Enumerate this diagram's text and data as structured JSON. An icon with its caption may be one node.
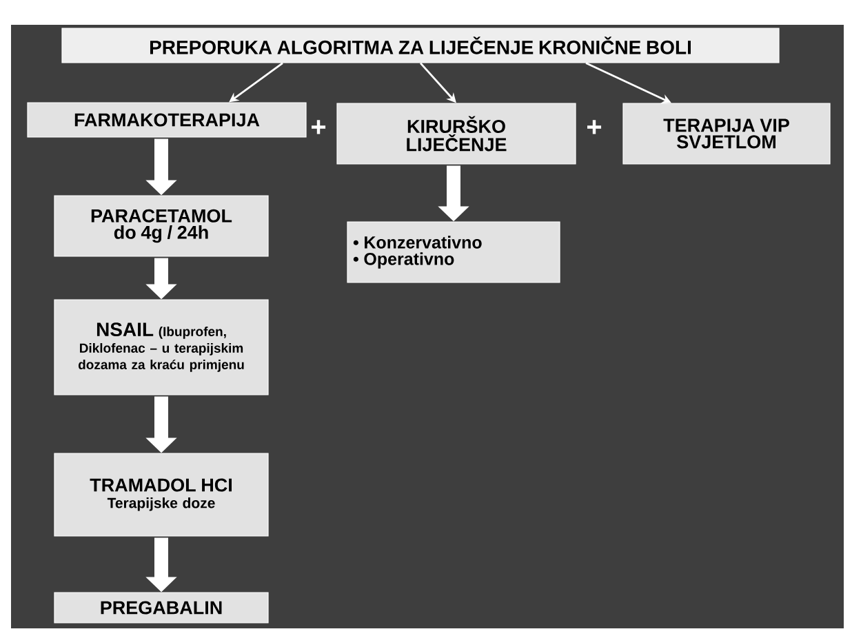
{
  "diagram": {
    "nodes": [
      {
        "text": [
          "PREPORUKA ALGORITMA ZA LIJEČENJE KRONIČNE BOLI"
        ]
      },
      {
        "text": [
          "FARMAKOTERAPIJA"
        ]
      },
      {
        "text": [
          "KIRURŠKO LIJEČENJE"
        ]
      },
      {
        "text": [
          "TERAPIJA VIP SVJETLOM"
        ]
      },
      {
        "text": [
          "PARACETAMOL",
          "do 4g / 24h"
        ]
      },
      {
        "text": [
          "NSAIL",
          "(Ibuprofen, Diklofenac – u terapijskim dozama za kraću primjenu"
        ]
      },
      {
        "text": [
          "TRAMADOL HCI",
          "Terapijske doze"
        ]
      },
      {
        "text": [
          "PREGABALIN"
        ]
      },
      {
        "text": [
          "• Konzervativno",
          "• Operativno"
        ]
      }
    ],
    "edges": [
      {
        "from": 0,
        "to": 1,
        "arrow": "to"
      },
      {
        "from": 0,
        "to": 2,
        "arrow": "to"
      },
      {
        "from": 0,
        "to": 3,
        "arrow": "to"
      },
      {
        "from": 1,
        "to": 4,
        "arrow": "to"
      },
      {
        "from": 4,
        "to": 5,
        "arrow": "to"
      },
      {
        "from": 5,
        "to": 6,
        "arrow": "to"
      },
      {
        "from": 6,
        "to": 7,
        "arrow": "to"
      },
      {
        "from": 2,
        "to": 8,
        "arrow": "to"
      }
    ],
    "labels": [
      "+",
      "+"
    ]
  }
}
